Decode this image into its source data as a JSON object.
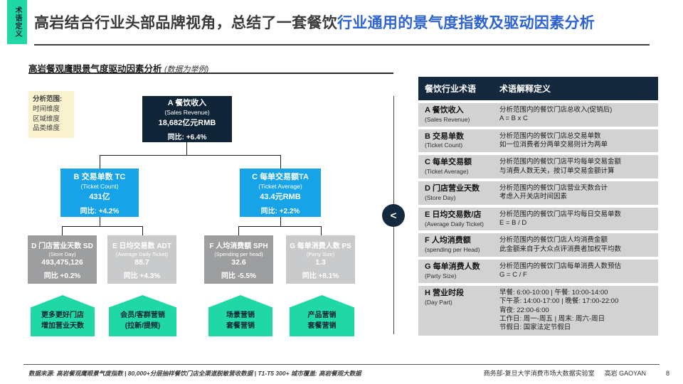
{
  "side_tab": "术语定义",
  "title": {
    "normal": "高岩结合行业头部品牌视角，总结了一套餐饮",
    "highlight": "行业通用的景气度指数及驱动因素分析"
  },
  "section": {
    "title": "高岩餐观鹰眼景气度驱动因素分析",
    "note": "(数据为举例)"
  },
  "scope": {
    "title": "分析范围:",
    "item1": "时间维度",
    "item2": "区域维度",
    "item3": "品类维度"
  },
  "tree": {
    "a": {
      "title": "A 餐饮收入",
      "subtitle": "(Sales Revenue)",
      "value": "18,682亿元RMB",
      "yoy": "同比: +6.4%"
    },
    "b": {
      "title": "B 交易单数 TC",
      "subtitle": "(Ticket Count)",
      "value": "431亿",
      "yoy": "同比: +4.2%"
    },
    "c": {
      "title": "C 每单交易额TA",
      "subtitle": "(Ticket Average)",
      "value": "43.4元RMB",
      "yoy": "同比: +2.2%"
    },
    "d": {
      "title": "D 门店营业天数 SD",
      "subtitle": "(Store Day)",
      "value": "493,475,126",
      "yoy": "同比 +0.2%"
    },
    "e": {
      "title": "E 日均交易数 ADT",
      "subtitle": "(Average Daily Ticket)",
      "value": "88.7",
      "yoy": "同比 +4.3%"
    },
    "f": {
      "title": "F 人均消费额 SPH",
      "subtitle": "(Spending per head)",
      "value": "32.6",
      "yoy": "同比 -5.5%"
    },
    "g": {
      "title": "G 每单消费人数 PS",
      "subtitle": "(Party Size)",
      "value": "1.3",
      "yoy": "同比 +8.1%"
    }
  },
  "actions": {
    "a1": {
      "line1": "更多更好门店",
      "line2": "增加营业天数"
    },
    "a2": {
      "line1": "会员/客群营销",
      "line2": "(拉新/提频)"
    },
    "a3": {
      "line1": "场景营销",
      "line2": "套餐营销"
    },
    "a4": {
      "line1": "产品营销",
      "line2": "套餐营销"
    }
  },
  "divider": {
    "chevron": "<"
  },
  "table": {
    "headers": {
      "col1": "餐饮行业术语",
      "col2": "术语解释定义"
    },
    "rows": [
      {
        "term": "A 餐饮收入",
        "term_en": "(Sales Revenue)",
        "defs": [
          "分析范围内的餐饮门店总收入(促销后)",
          "A = B x C"
        ]
      },
      {
        "term": "B 交易单数",
        "term_en": "(Ticket Count)",
        "defs": [
          "分析范围内的餐饮门店总交易单数",
          "如一位消费者分两单交易则计为两单"
        ]
      },
      {
        "term": "C 每单交易额",
        "term_en": "(Ticket Average)",
        "defs": [
          "分析范围内的餐饮门店平均每单交易金额",
          "与消费人数无关，按订单交易金额计算"
        ]
      },
      {
        "term": "D 门店营业天数",
        "term_en": "(Store Day)",
        "defs": [
          "分析范围内的餐饮门店营业天数合计",
          "考虑入开关店时间因素"
        ]
      },
      {
        "term": "E 日均交易数/店",
        "term_en": "(Average Daily Ticket)",
        "defs": [
          "分析范围内的餐饮门店平均每日交易单数",
          "E = B / D"
        ]
      },
      {
        "term": "F 人均消费额",
        "term_en": "(spending per Head)",
        "defs": [
          "分析范围内的餐饮门店人均消费金额",
          "此金额来自于大众点评消费者加权平均数"
        ]
      },
      {
        "term": "G 每单消费人数",
        "term_en": "(Party Size)",
        "defs": [
          "分析范围内的餐饮门店每单消费人数预估",
          "G = C / F"
        ]
      },
      {
        "term": "H 营业时段",
        "term_en": "(Day Part)",
        "defs": [
          "早餐: 6:00-10:00 | 午餐: 10:00-14:00",
          "下午茶: 14:00-17:00 | 晚餐: 17:00-22:00",
          "宵夜: 22:00-6:00",
          "工作日: 周一-周五 | 周末: 周六-周日",
          "节假日: 国家法定节假日"
        ]
      }
    ]
  },
  "footer": {
    "source": "数据来源: 高岩餐观鹰眼景气度指数 | 80,000+分层抽样餐饮门店全渠道脱敏营收数据 | T1-T5 300+ 城市覆盖: 高岩餐观大数据",
    "org": "商务部-复旦大学消费市场大数据实验室",
    "author": "高岩 GAOYAN",
    "page": "8"
  },
  "colors": {
    "accent_green": "#1fd8a6",
    "accent_blue": "#17a3e8",
    "dark_navy": "#13293d",
    "title_highlight": "#2d63d2",
    "node_gray_dark": "#9d9ea0",
    "node_gray_light": "#c9cacb",
    "table_row_bg": "#d2d2d2",
    "scope_bg": "#faf2cf"
  }
}
